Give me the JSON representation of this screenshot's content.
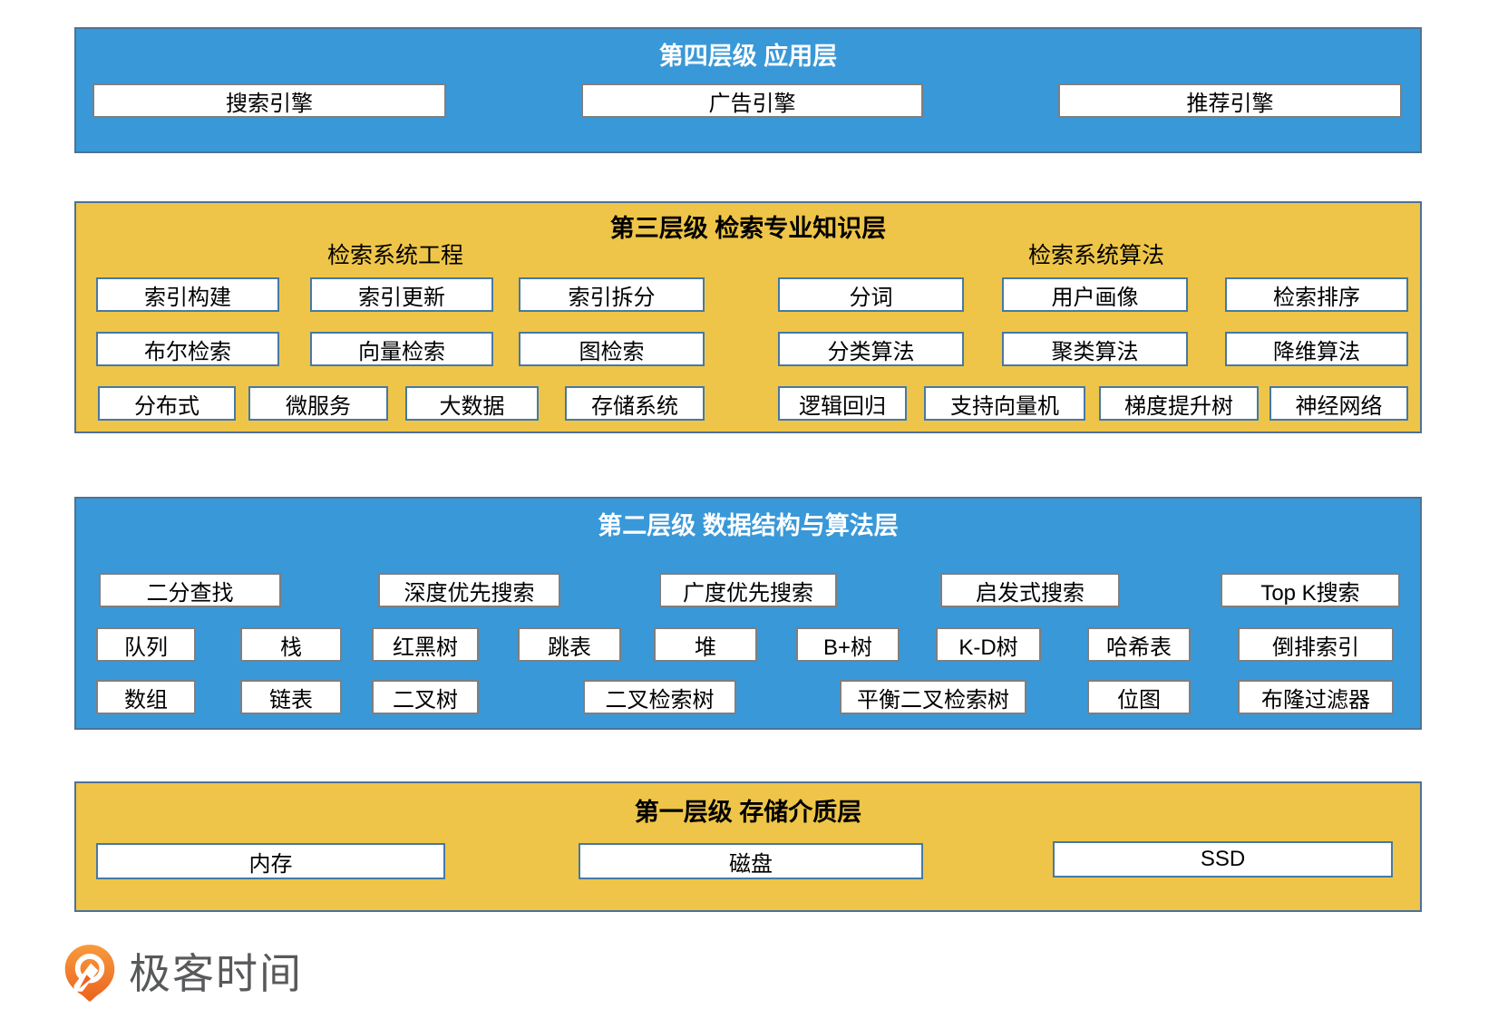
{
  "colors": {
    "blue_band": "#3998D8",
    "yellow_band": "#EEC548",
    "band_border": "#4E7294",
    "box_border_gray": "#7F7F7F",
    "box_border_steel": "#4679A4",
    "logo_orange": "#EB6320",
    "logo_text_gray": "#58595B"
  },
  "level4": {
    "title": "第四层级 应用层",
    "boxes": [
      "搜索引擎",
      "广告引擎",
      "推荐引擎"
    ]
  },
  "level3": {
    "title": "第三层级 检索专业知识层",
    "left_group": {
      "header": "检索系统工程",
      "rows": [
        [
          "索引构建",
          "索引更新",
          "索引拆分"
        ],
        [
          "布尔检索",
          "向量检索",
          "图检索"
        ],
        [
          "分布式",
          "微服务",
          "大数据",
          "存储系统"
        ]
      ]
    },
    "right_group": {
      "header": "检索系统算法",
      "rows": [
        [
          "分词",
          "用户画像",
          "检索排序"
        ],
        [
          "分类算法",
          "聚类算法",
          "降维算法"
        ],
        [
          "逻辑回归",
          "支持向量机",
          "梯度提升树",
          "神经网络"
        ]
      ]
    }
  },
  "level2": {
    "title": "第二层级 数据结构与算法层",
    "rows": [
      [
        "二分查找",
        "深度优先搜索",
        "广度优先搜索",
        "启发式搜索",
        "Top K搜索"
      ],
      [
        "队列",
        "栈",
        "红黑树",
        "跳表",
        "堆",
        "B+树",
        "K-D树",
        "哈希表",
        "倒排索引"
      ],
      [
        "数组",
        "链表",
        "二叉树",
        "二叉检索树",
        "平衡二叉检索树",
        "位图",
        "布隆过滤器"
      ]
    ]
  },
  "level1": {
    "title": "第一层级 存储介质层",
    "boxes": [
      "内存",
      "磁盘",
      "SSD"
    ]
  },
  "footer": {
    "brand": "极客时间"
  }
}
